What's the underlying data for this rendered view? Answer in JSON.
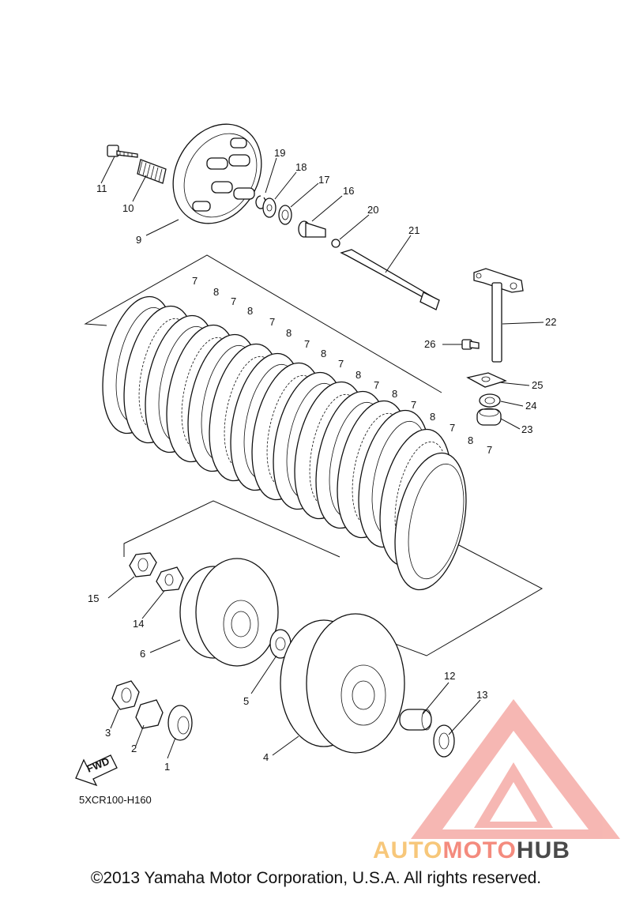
{
  "diagram_code": "5XCR100-H160",
  "copyright": "©2013 Yamaha Motor Corporation, U.S.A. All rights reserved.",
  "fwd_arrow_label": "FWD",
  "watermark": {
    "part1": "AUTO",
    "part2": "MOTO",
    "part3": "HUB",
    "colors": {
      "auto": "#f7c77a",
      "moto": "#f48b7e",
      "hub": "#4a4a4a",
      "logo": "#f4a09a"
    }
  },
  "callouts": [
    "1",
    "2",
    "3",
    "4",
    "5",
    "6",
    "7",
    "8",
    "9",
    "10",
    "11",
    "12",
    "13",
    "14",
    "15",
    "16",
    "17",
    "18",
    "19",
    "20",
    "21",
    "22",
    "23",
    "24",
    "25",
    "26"
  ],
  "plate_labels": [
    "7",
    "8",
    "7",
    "8",
    "7",
    "8",
    "7",
    "8",
    "7",
    "8",
    "7",
    "8",
    "7",
    "8",
    "7",
    "8",
    "7"
  ]
}
